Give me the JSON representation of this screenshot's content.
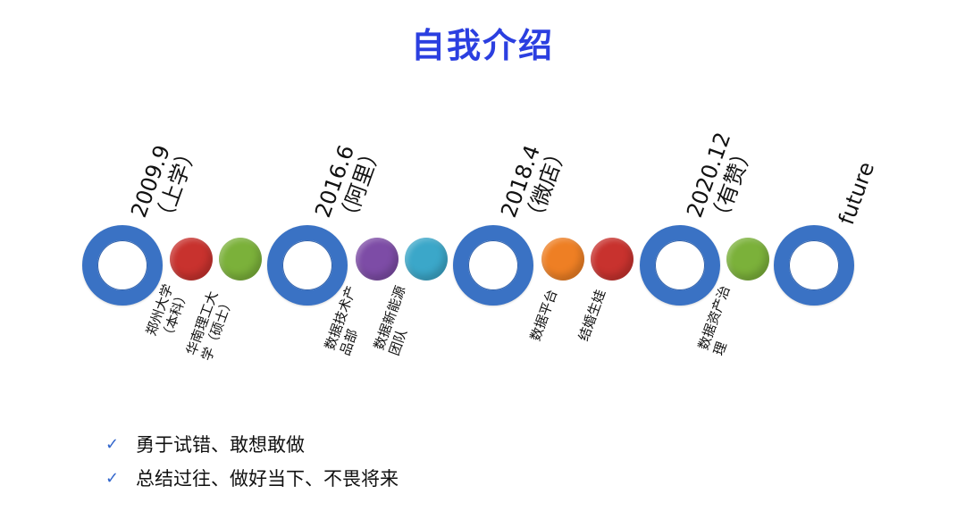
{
  "title": "自我介绍",
  "timeline": {
    "milestones": [
      {
        "date": "2009.9",
        "note": "（上学）"
      },
      {
        "date": "2016.6",
        "note": "（阿里）"
      },
      {
        "date": "2018.4",
        "note": "（微店）"
      },
      {
        "date": "2020.12",
        "note": "（有赞）"
      },
      {
        "date": "future",
        "note": ""
      }
    ],
    "events": [
      {
        "lines": [
          "郑州大学",
          "（本科）"
        ],
        "color": "#c8322e"
      },
      {
        "lines": [
          "华南理工大",
          "学（硕士）"
        ],
        "color": "#7bb13a"
      },
      {
        "lines": [
          "数据技术产",
          "品部"
        ],
        "color": "#7d4ca6"
      },
      {
        "lines": [
          "数据新能源",
          "团队"
        ],
        "color": "#3ba7c9"
      },
      {
        "lines": [
          "数据平台"
        ],
        "color": "#ee7f24"
      },
      {
        "lines": [
          "结婚生娃"
        ],
        "color": "#c8322e"
      },
      {
        "lines": [
          "数据资产治",
          "理"
        ],
        "color": "#7bb13a"
      }
    ]
  },
  "bullets": [
    {
      "mark": "✓",
      "text": "勇于试错、敢想敢做"
    },
    {
      "mark": "✓",
      "text": "总结过往、做好当下、不畏将来"
    }
  ]
}
